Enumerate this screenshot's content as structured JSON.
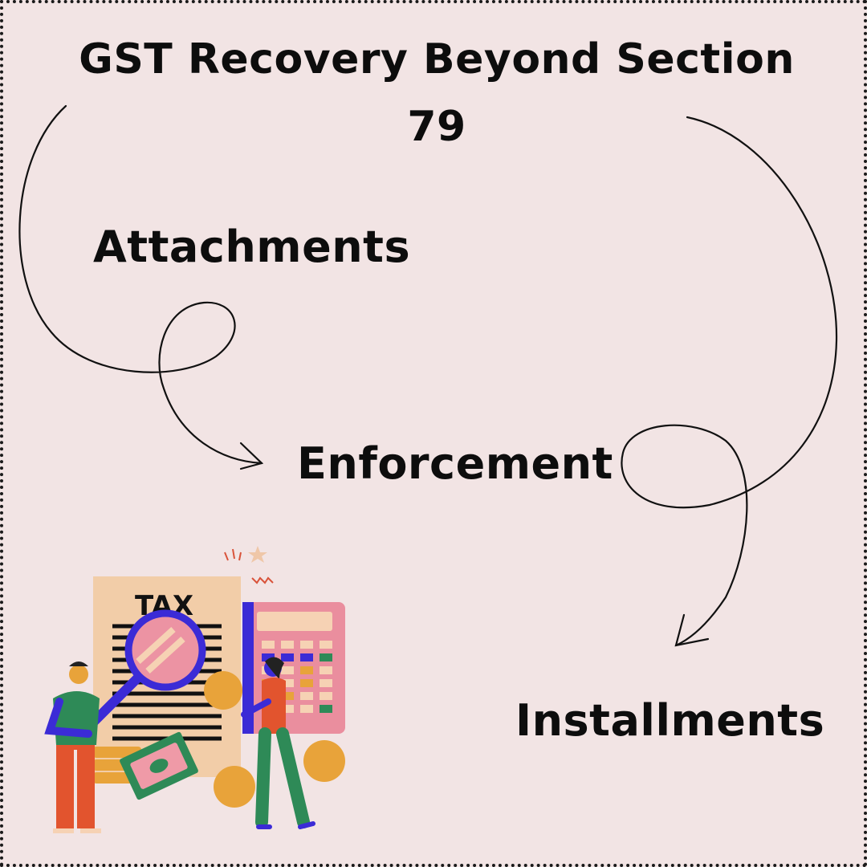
{
  "title": "GST Recovery Beyond Section 79",
  "labels": {
    "attachments": "Attachments",
    "enforcement": "Enforcement",
    "installments": "Installments"
  },
  "illustration": {
    "document_text": "TAX"
  },
  "colors": {
    "background": "#f2e4e4",
    "text": "#0d0d0d",
    "accent_purple": "#3b2bd6",
    "accent_orange": "#e8a33a",
    "accent_green": "#2e8a57",
    "accent_red": "#e2542e"
  }
}
